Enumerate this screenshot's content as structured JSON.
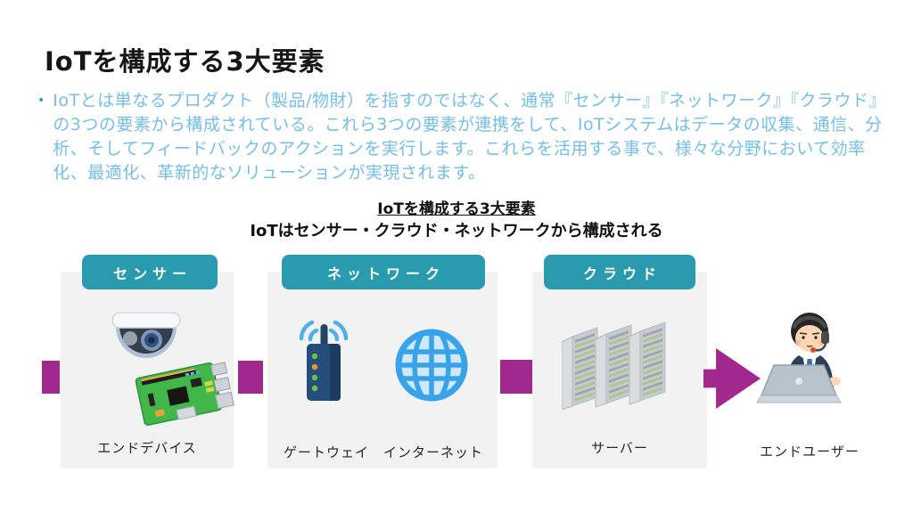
{
  "slide": {
    "title": "IoTを構成する3大要素",
    "bullet": {
      "marker": "•",
      "text": "IoTとは単なるプロダクト（製品/物財）を指すのではなく、通常『センサー』『ネットワーク』『クラウド』の3つの要素から構成されている。これら3つの要素が連携をして、IoTシステムはデータの収集、通信、分析、そしてフィードバックのアクションを実行します。これらを活用する事で、様々な分野において効率化、最適化、革新的なソリューションが実現されます。"
    },
    "diagram": {
      "heading": "IoTを構成する3大要素",
      "subheading": "IoTはセンサー・クラウド・ネットワークから構成される",
      "columns": [
        {
          "header": "センサー",
          "labels": [
            "エンドデバイス"
          ],
          "icons": [
            "security-dome-camera",
            "raspberry-pi-board"
          ]
        },
        {
          "header": "ネットワーク",
          "labels": [
            "ゲートウェイ",
            "インターネット"
          ],
          "icons": [
            "wifi-router",
            "internet-globe"
          ]
        },
        {
          "header": "クラウド",
          "labels": [
            "サーバー"
          ],
          "icons": [
            "server-stack"
          ]
        }
      ],
      "end_user": {
        "label": "エンドユーザー",
        "icon": "operator-with-laptop"
      },
      "flow_connectors": [
        "rect",
        "rect",
        "rect",
        "right-arrow"
      ]
    },
    "colors": {
      "accent_teal": "#2A9AAE",
      "accent_purple": "#A1288E",
      "body_text_blue": "#74BFE8",
      "panel_gray": "#F2F2F2",
      "title_black": "#161616"
    }
  }
}
